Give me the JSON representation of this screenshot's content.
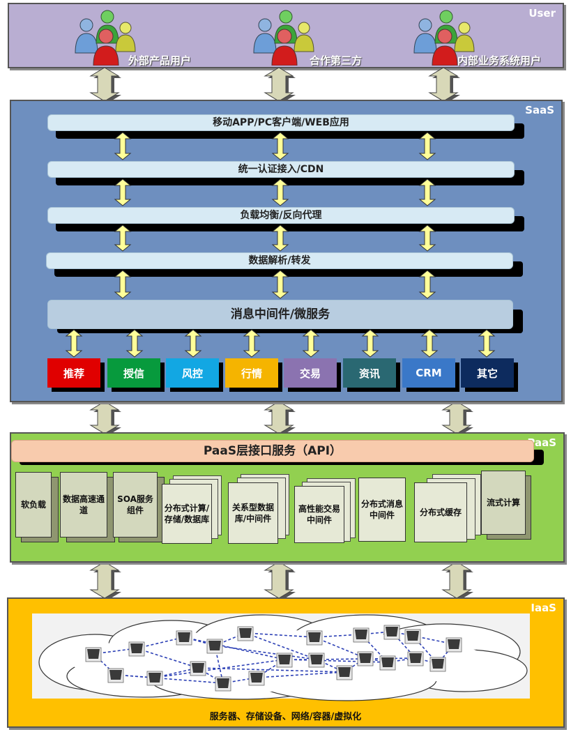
{
  "user_layer": {
    "tag": "User",
    "groups": [
      {
        "label": "外部产品用户"
      },
      {
        "label": "合作第三方"
      },
      {
        "label": "内部业务系统用户"
      }
    ]
  },
  "saas_layer": {
    "tag": "SaaS",
    "bars": [
      "移动APP/PC客户端/WEB应用",
      "统一认证接入/CDN",
      "负载均衡/反向代理",
      "数据解析/转发",
      "消息中间件/微服务"
    ],
    "services": [
      {
        "label": "推荐",
        "color": "#e00000"
      },
      {
        "label": "授信",
        "color": "#079a3d"
      },
      {
        "label": "风控",
        "color": "#12a7e3"
      },
      {
        "label": "行情",
        "color": "#f5b400"
      },
      {
        "label": "交易",
        "color": "#8b73b0"
      },
      {
        "label": "资讯",
        "color": "#2a6872"
      },
      {
        "label": "CRM",
        "color": "#3a78c8"
      },
      {
        "label": "其它",
        "color": "#0d2b5e"
      }
    ]
  },
  "paas_layer": {
    "tag": "PaaS",
    "api_bar": "PaaS层接口服务（API）",
    "components": [
      "软负载",
      "数据高速通道",
      "SOA服务组件",
      "分布式计算/存储/数据库",
      "关系型数据库/中间件",
      "高性能交易中间件",
      "分布式消息中间件",
      "分布式缓存",
      "流式计算"
    ]
  },
  "iaas_layer": {
    "tag": "IaaS",
    "caption": "服务器、存储设备、网络/容器/虚拟化"
  },
  "colors": {
    "user_bg": "#b9aed2",
    "saas_bg": "#6e8fbf",
    "paas_bg": "#92d050",
    "iaas_bg": "#ffc000",
    "arrow_fill": "#ffff99",
    "connector_fill": "#d8d8b8"
  }
}
